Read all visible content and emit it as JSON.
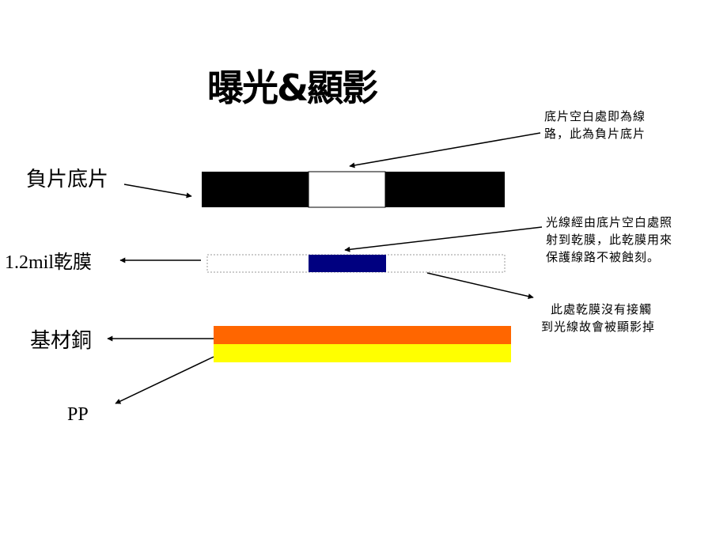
{
  "title": "曝光&顯影",
  "labels": {
    "negative_film": "負片底片",
    "dry_film": "1.2mil乾膜",
    "copper": "基材銅",
    "pp": "PP"
  },
  "notes": {
    "film_clear": [
      "底片空白處即為線",
      "路，此為負片底片"
    ],
    "light_through": [
      "光線經由底片空白處照",
      "射到乾膜，此乾膜用來",
      "保護線路不被蝕刻。"
    ],
    "not_exposed": [
      "此處乾膜沒有接觸",
      "到光線故會被顯影掉"
    ]
  },
  "colors": {
    "film_black": "#000000",
    "exposed_dry_film": "#000080",
    "copper": "#ff6600",
    "pp": "#ffff00"
  }
}
